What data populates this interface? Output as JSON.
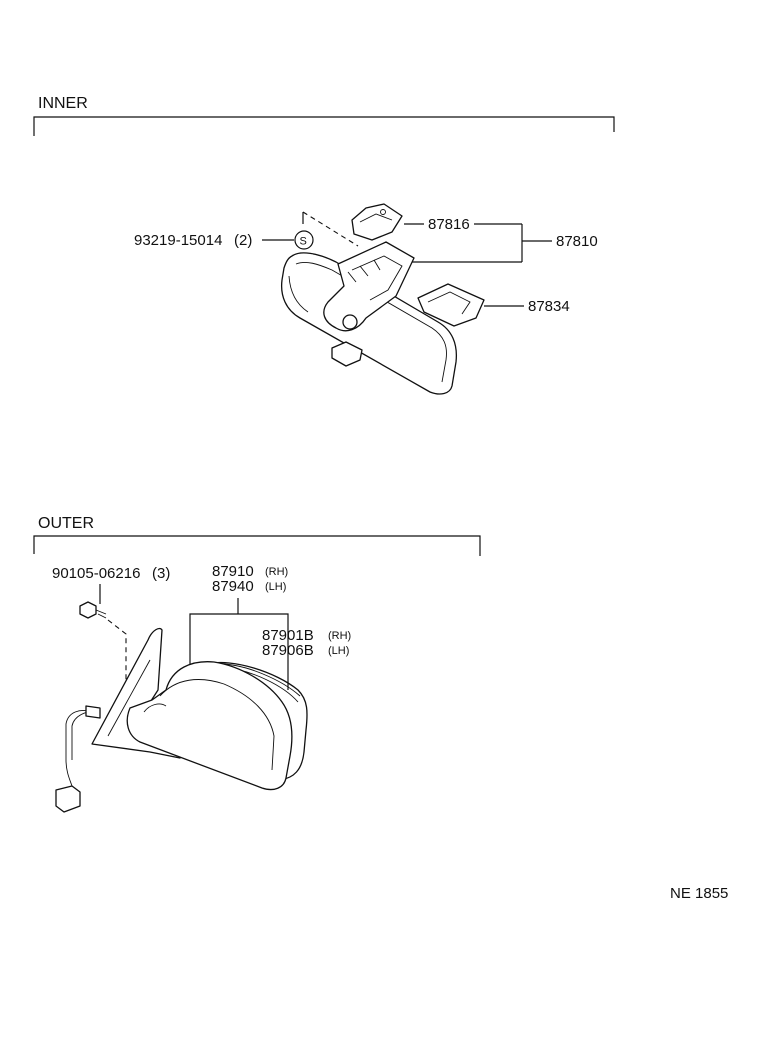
{
  "sections": {
    "inner": {
      "title": "INNER",
      "parts": {
        "screw": {
          "number": "93219-15014",
          "qty": "(2)",
          "symbol": "S"
        },
        "holder": {
          "number": "87816"
        },
        "assembly": {
          "number": "87810"
        },
        "cover": {
          "number": "87834"
        }
      }
    },
    "outer": {
      "title": "OUTER",
      "parts": {
        "screw": {
          "number": "90105-06216",
          "qty": "(3)"
        },
        "mirror_rh": {
          "number": "87910",
          "side": "(RH)"
        },
        "mirror_lh": {
          "number": "87940",
          "side": "(LH)"
        },
        "glass_rh": {
          "number": "87901B",
          "side": "(RH)"
        },
        "glass_lh": {
          "number": "87906B",
          "side": "(LH)"
        }
      }
    }
  },
  "figure_code": "NE 1855"
}
